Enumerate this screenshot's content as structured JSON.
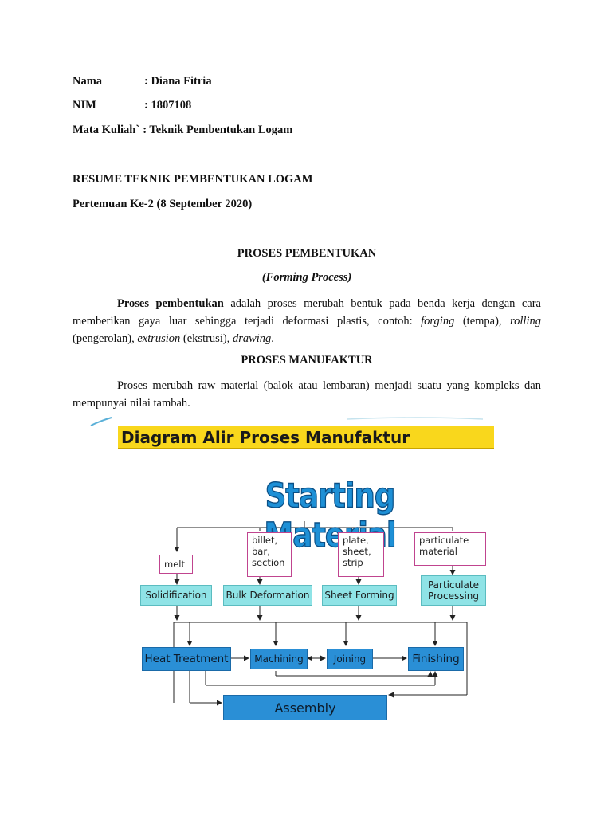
{
  "info": {
    "nama_label": "Nama",
    "nama_value": ": Diana Fitria",
    "nim_label": "NIM",
    "nim_value": ": 1807108",
    "matkul_label": "Mata Kuliah`",
    "matkul_value": ": Teknik Pembentukan Logam"
  },
  "heading": {
    "title": "RESUME TEKNIK PEMBENTUKAN LOGAM",
    "meeting": "Pertemuan Ke-2 (8 September 2020)"
  },
  "section1": {
    "title": "PROSES PEMBENTUKAN",
    "subtitle": "(Forming Process)",
    "p_bold": "Proses pembentukan",
    "p_text1": " adalah proses merubah bentuk pada benda kerja dengan cara",
    "p_text2": "memberikan gaya luar sehingga terjadi deformasi plastis, contoh: ",
    "forging": "forging",
    "tempa": " (tempa), ",
    "rolling": "rolling",
    "pengerolan": "(pengerolan), ",
    "extrusion": "extrusion",
    "ekstrusi": " (ekstrusi), ",
    "drawing": "drawing",
    "period": "."
  },
  "section2": {
    "title": "PROSES MANUFAKTUR",
    "p_line1": "Proses merubah raw material (balok atau lembaran) menjadi suatu yang kompleks dan",
    "p_line2": "mempunyai nilai tambah."
  },
  "diagram": {
    "title": "Diagram Alir Proses Manufaktur",
    "starting": "Starting Material",
    "melt": "melt",
    "billet": "billet,\nbar,\nsection",
    "plate": "plate,\nsheet,\nstrip",
    "particulate": "particulate\nmaterial",
    "solidification": "Solidification",
    "bulk": "Bulk Deformation",
    "sheet_forming": "Sheet Forming",
    "particulate_processing": "Particulate\nProcessing",
    "heat_treatment": "Heat Treatment",
    "machining": "Machining",
    "joining": "Joining",
    "finishing": "Finishing",
    "assembly": "Assembly",
    "colors": {
      "title_bg": "#f9d71c",
      "starting_text": "#1e90d6",
      "process_box": "#8fe3e6",
      "flow_box": "#2a8fd6",
      "input_border": "#c0448f"
    }
  }
}
